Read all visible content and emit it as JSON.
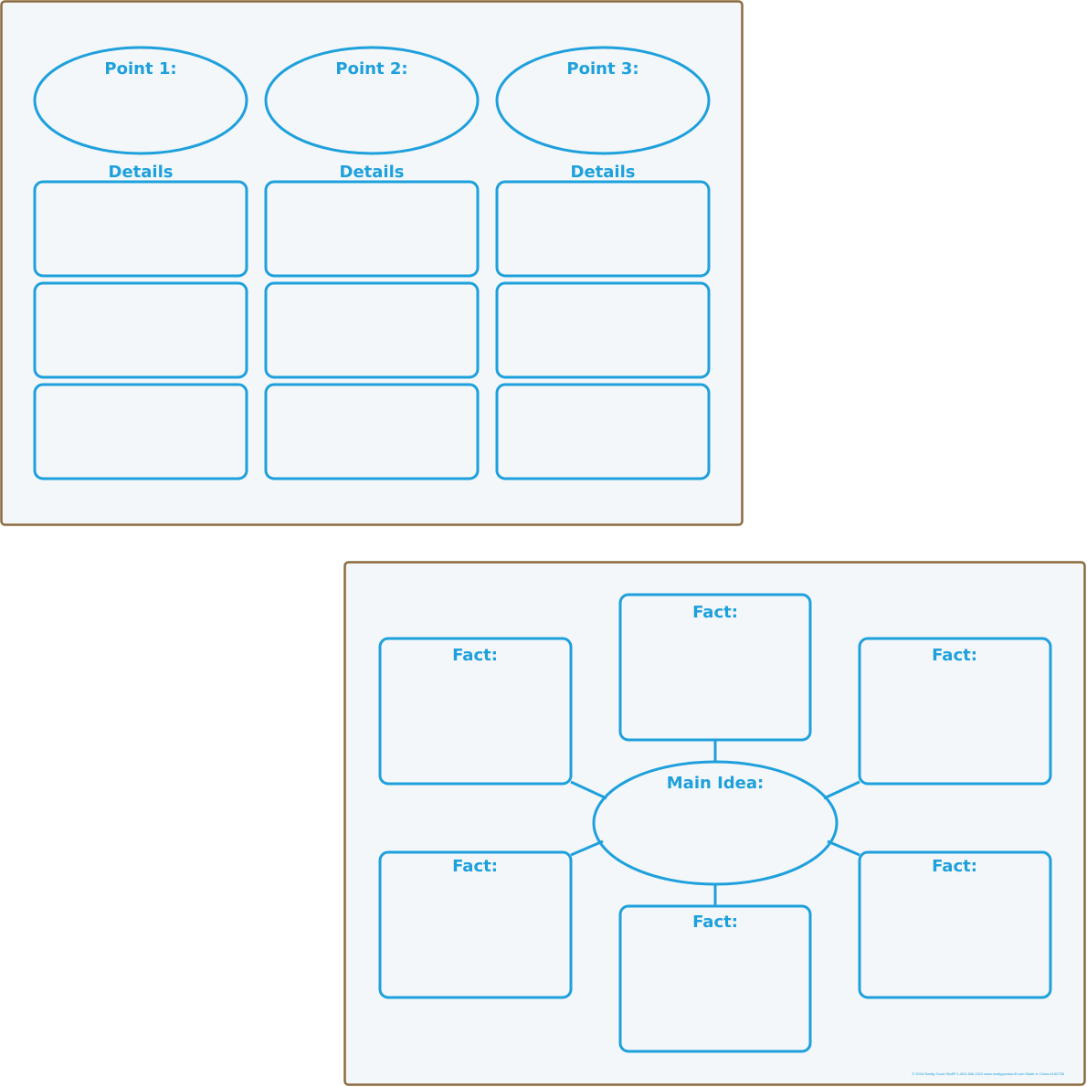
{
  "colors": {
    "line": "#1ea0dc",
    "board_border": "#8b6a3e",
    "board_fill": "#f3f7f9"
  },
  "board1": {
    "columns": [
      {
        "point_label": "Point 1:",
        "details_label": "Details"
      },
      {
        "point_label": "Point 2:",
        "details_label": "Details"
      },
      {
        "point_label": "Point 3:",
        "details_label": "Details"
      }
    ]
  },
  "board2": {
    "main_label": "Main Idea:",
    "facts": [
      "Fact:",
      "Fact:",
      "Fact:",
      "Fact:",
      "Fact:",
      "Fact:"
    ],
    "footer": "© 2016 Really Good Stuff®  1-800-366-1920  www.reallygoodstuff.com  Made in China  #160736"
  }
}
